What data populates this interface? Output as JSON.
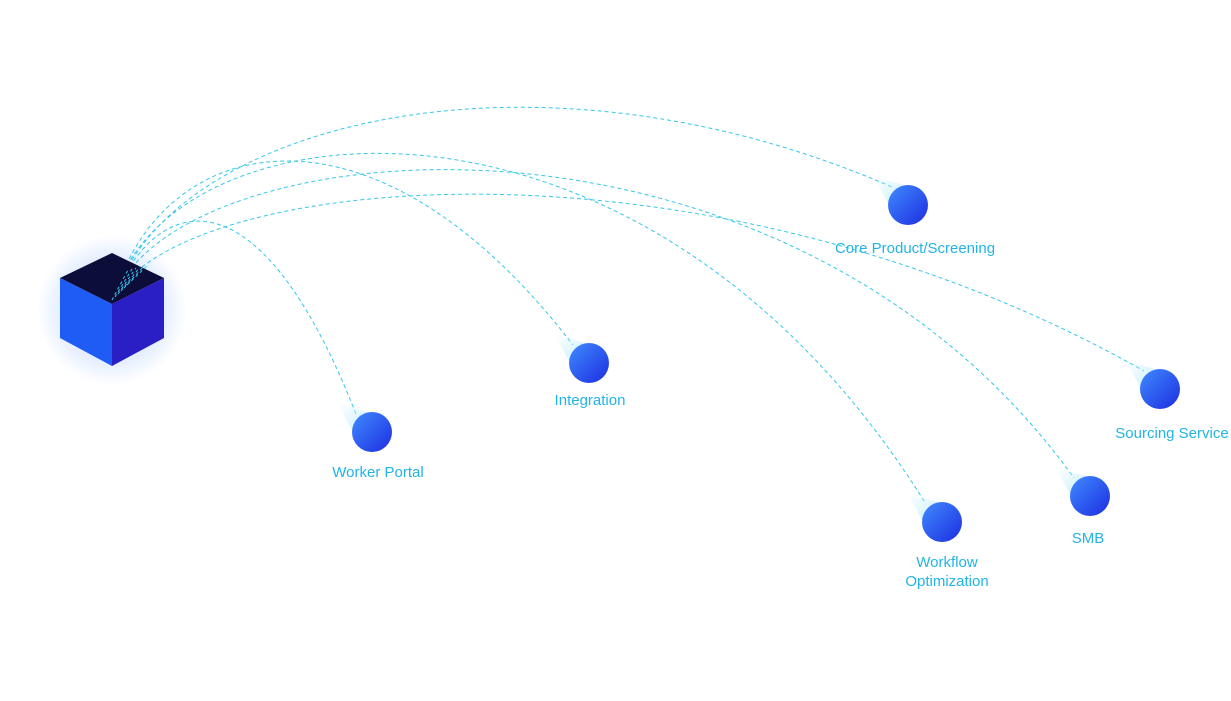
{
  "colors": {
    "connector": "#35c7ea",
    "label": "#22b4e4",
    "node_light": "#3f8bff",
    "node_dark": "#1d2de0",
    "cube_left": "#1f5cf5",
    "cube_right": "#2a1fc4",
    "cube_top": "#0d0d3a",
    "cube_glow": "#3e86ff"
  },
  "hub": {
    "icon": "cube-icon"
  },
  "nodes": [
    {
      "id": "worker-portal",
      "icon": "sphere-icon",
      "label_lines": [
        "Worker Portal"
      ]
    },
    {
      "id": "integration",
      "icon": "sphere-icon",
      "label_lines": [
        "Integration"
      ]
    },
    {
      "id": "core-product-screening",
      "icon": "sphere-icon",
      "label_lines": [
        "Core Product/Screening"
      ]
    },
    {
      "id": "sourcing-service",
      "icon": "sphere-icon",
      "label_lines": [
        "Sourcing Service"
      ]
    },
    {
      "id": "smb",
      "icon": "sphere-icon",
      "label_lines": [
        "SMB"
      ]
    },
    {
      "id": "workflow-optimization",
      "icon": "sphere-icon",
      "label_lines": [
        "Workflow",
        "Optimization"
      ]
    }
  ]
}
